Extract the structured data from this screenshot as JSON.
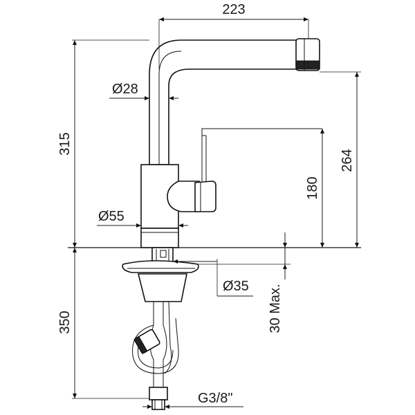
{
  "dimensions": {
    "spout_reach": "223",
    "spout_diameter": "Ø28",
    "total_height": "315",
    "spout_height": "264",
    "lever_height": "180",
    "body_diameter": "Ø55",
    "hole_diameter": "Ø35",
    "below_deck": "350",
    "max_deck_thickness": "30 Max.",
    "connection_thread": "G3/8\""
  },
  "colors": {
    "line": "#111111",
    "background": "#ffffff"
  }
}
